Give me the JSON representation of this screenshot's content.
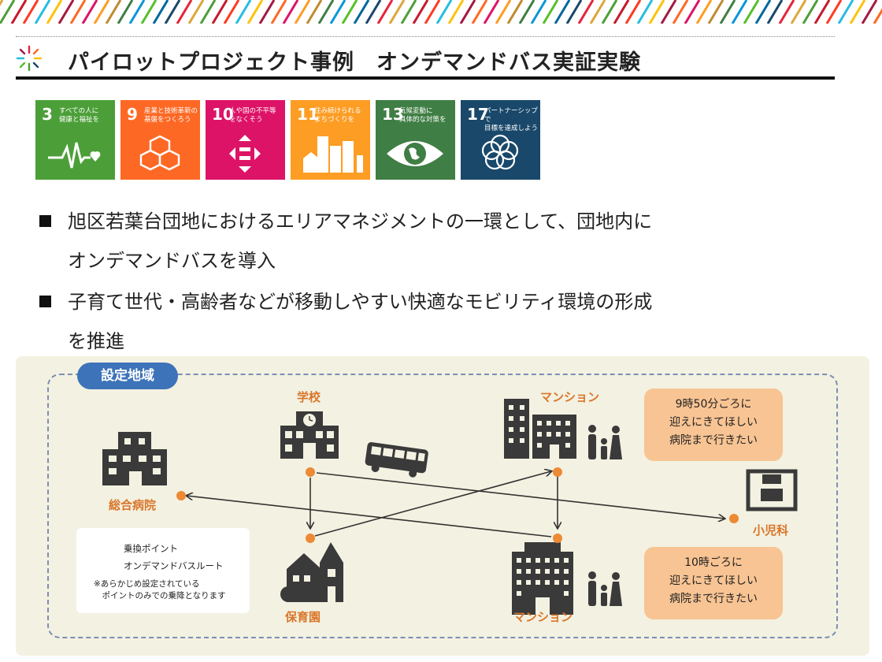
{
  "slide": {
    "title": "パイロットプロジェクト事例　オンデマンドバス実証実験"
  },
  "sdgs": [
    {
      "number": "3",
      "text": "すべての人に\n健康と福祉を",
      "color": "#4c9f38",
      "icon": "heartbeat-icon"
    },
    {
      "number": "9",
      "text": "産業と技術革新の\n基盤をつくろう",
      "color": "#fd6925",
      "icon": "cubes-icon"
    },
    {
      "number": "10",
      "text": "人や国の不平等\nをなくそう",
      "color": "#dd1367",
      "icon": "equality-icon"
    },
    {
      "number": "11",
      "text": "住み続けられる\nまちづくりを",
      "color": "#fd9d24",
      "icon": "city-icon"
    },
    {
      "number": "13",
      "text": "気候変動に\n具体的な対策を",
      "color": "#3f7e44",
      "icon": "eye-globe-icon"
    },
    {
      "number": "17",
      "text": "パートナーシップで\n目標を達成しよう",
      "color": "#19486a",
      "icon": "rings-icon"
    }
  ],
  "bullets": [
    {
      "line1": "旭区若葉台団地におけるエリアマネジメントの一環として、団地内に",
      "line2": "オンデマンドバスを導入"
    },
    {
      "line1": "子育て世代・高齢者などが移動しやすい快適なモビリティ環境の形成",
      "line2": "を推進"
    }
  ],
  "diagram": {
    "area_label": "設定地域",
    "places": {
      "school": "学校",
      "mansion_top": "マンション",
      "hospital": "総合病院",
      "pediatrics": "小児科",
      "nursery": "保育園",
      "mansion_bottom": "マンション"
    },
    "bubble_top": {
      "line1": "9時50分ごろに",
      "line2": "迎えにきてほしい",
      "line3": "病院まで行きたい"
    },
    "bubble_bottom": {
      "line1": "10時ごろに",
      "line2": "迎えにきてほしい",
      "line3": "病院まで行きたい"
    },
    "legend": {
      "transfer_point": "乗換ポイント",
      "route": "オンデマンドバスルート",
      "note": "※あらかじめ設定されている\n　ポイントのみでの乗降となります"
    },
    "colors": {
      "point": "#ec8a35",
      "label": "#d9762a",
      "panel": "#f3f1e1",
      "tag": "#3d73b8",
      "icon": "#3a3a3a"
    }
  }
}
